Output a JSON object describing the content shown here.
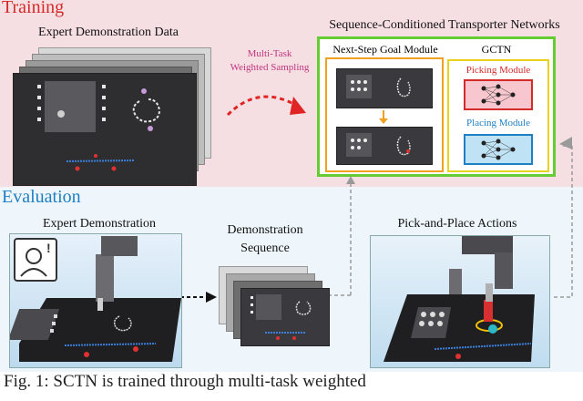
{
  "sections": {
    "training": "Training",
    "evaluation": "Evaluation"
  },
  "training": {
    "expert_data_label": "Expert Demonstration Data",
    "sampling_label_line1": "Multi-Task",
    "sampling_label_line2": "Weighted Sampling",
    "sctn_title": "Sequence-Conditioned Transporter Networks",
    "goal_module_label": "Next-Step Goal Module",
    "gctn_label": "GCTN",
    "picking_label": "Picking Module",
    "placing_label": "Placing Module"
  },
  "evaluation": {
    "expert_demo_label": "Expert Demonstration",
    "demo_sequence_line1": "Demonstration",
    "demo_sequence_line2": "Sequence",
    "pick_place_label": "Pick-and-Place Actions"
  },
  "caption": "Fig. 1: SCTN is trained through multi-task weighted"
}
